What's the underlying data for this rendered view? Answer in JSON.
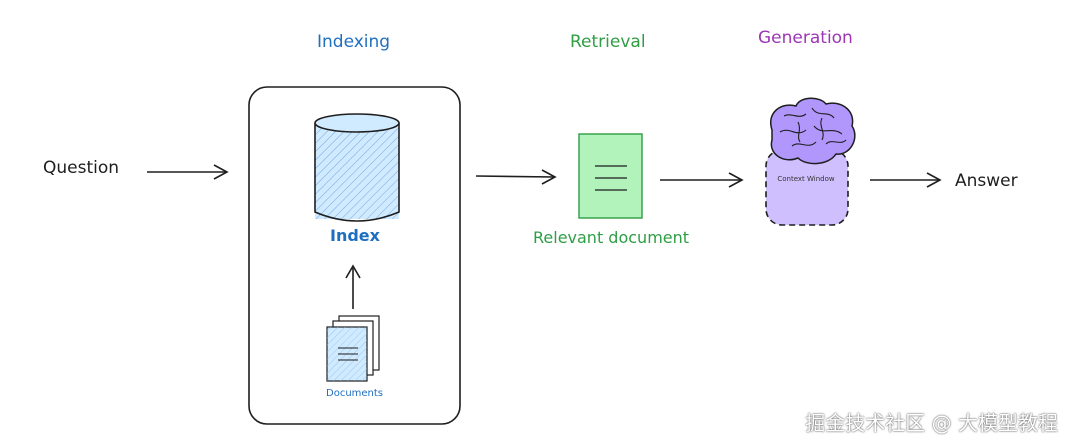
{
  "stages": {
    "indexing": "Indexing",
    "retrieval": "Retrieval",
    "generation": "Generation"
  },
  "nodes": {
    "question": "Question",
    "index": "Index",
    "documents": "Documents",
    "relevant_document": "Relevant document",
    "context_window": "Context Window",
    "answer": "Answer"
  },
  "watermark": "掘金技术社区 @ 大模型教程",
  "colors": {
    "indexing": "#1f6fc0",
    "retrieval": "#2f9e44",
    "generation": "#9c36b5",
    "index_fill": "#d0ebff",
    "document_fill": "#b2f2bb",
    "context_fill": "#d0bfff",
    "stroke": "#1e1e1e"
  },
  "icons": {
    "index": "database-cylinder-icon",
    "documents": "document-stack-icon",
    "relevant_document": "document-icon",
    "generation": "brain-icon"
  }
}
